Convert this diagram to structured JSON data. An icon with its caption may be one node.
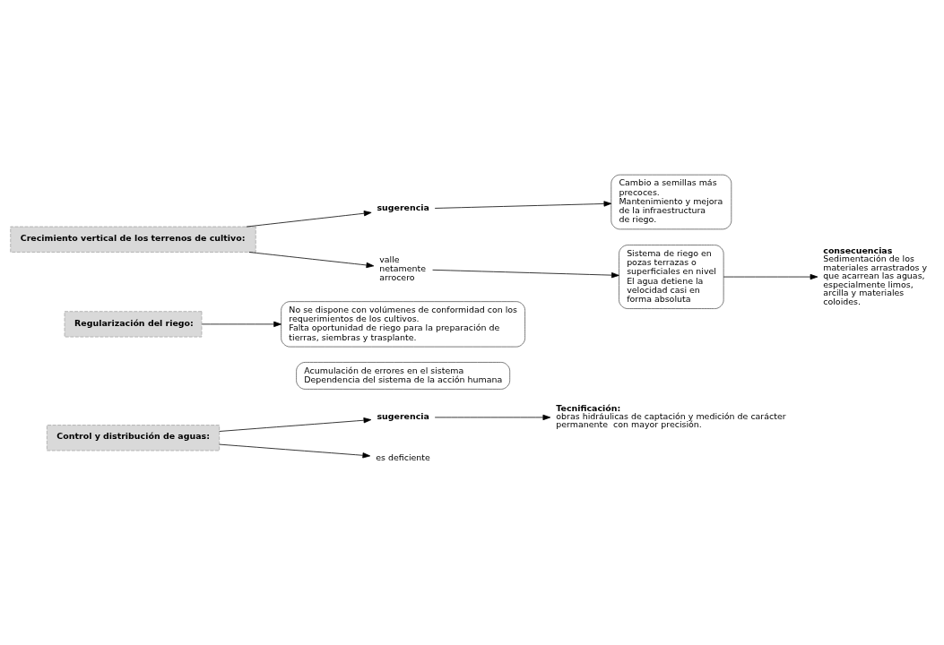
{
  "diagram": {
    "nodes": [
      {
        "text": [
          "Control y distribución de aguas:"
        ]
      },
      {
        "text": [
          "sugerencia"
        ]
      },
      {
        "text": [
          "Tecnificación:",
          "obras hidráulicas de captación y medición de carácter permanente  con mayor precisión."
        ]
      },
      {
        "text": [
          "es deficiente"
        ]
      },
      {
        "text": [
          "Acumulación de errores en el sistema",
          "Dependencia del sistema de la acción humana"
        ]
      },
      {
        "text": [
          "Regularización del riego:"
        ]
      },
      {
        "text": [
          "No se dispone con volúmenes de conformidad con los requerimientos de los cultivos.",
          "Falta oportunidad de riego para la preparación de tierras, siembras y trasplante."
        ]
      },
      {
        "text": [
          "Crecimiento vertical de los terrenos de cultivo:"
        ]
      },
      {
        "text": [
          "sugerencia"
        ]
      },
      {
        "text": [
          "Cambio a semillas más precoces.",
          "Mantenimiento y mejora de la infraestructura de riego."
        ]
      },
      {
        "text": [
          "valle netamente arrocero"
        ]
      },
      {
        "text": [
          "Sistema de riego en pozas terrazas o superficiales en nivel",
          "El agua detiene la velocidad casi en forma absoluta"
        ]
      },
      {
        "text": [
          "consecuencias",
          "Sedimentación de los materiales arrastrados y que acarrean las aguas, especialmente limos, arcilla y materiales coloides."
        ]
      }
    ],
    "edges": [
      {
        "from": 0,
        "to": 1,
        "arrow": "to"
      },
      {
        "from": 1,
        "to": 2,
        "arrow": "to"
      },
      {
        "from": 0,
        "to": 3,
        "arrow": "to"
      },
      {
        "from": 5,
        "to": 6,
        "arrow": "to"
      },
      {
        "from": 7,
        "to": 8,
        "arrow": "to"
      },
      {
        "from": 8,
        "to": 9,
        "arrow": "to"
      },
      {
        "from": 7,
        "to": 10,
        "arrow": "to"
      },
      {
        "from": 10,
        "to": 11,
        "arrow": "to"
      },
      {
        "from": 11,
        "to": 12,
        "arrow": "to"
      }
    ]
  }
}
